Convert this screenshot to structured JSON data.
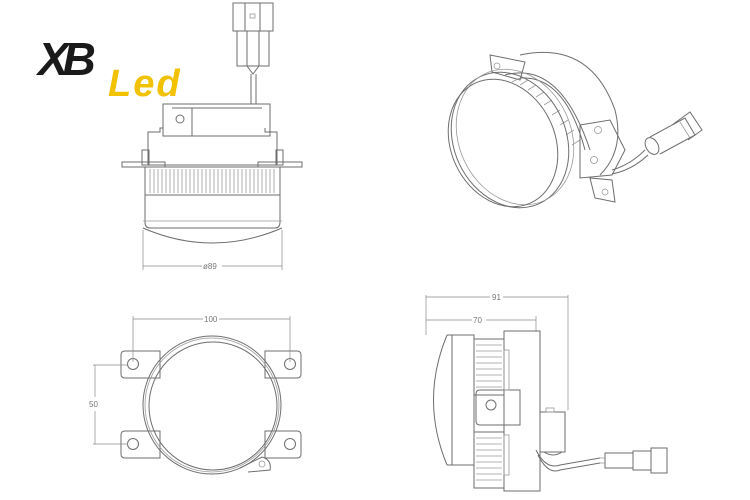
{
  "logo": {
    "part1": "XB",
    "part2": "Led",
    "colors": {
      "xb": "#1a1a1a",
      "led": "#f2c200"
    }
  },
  "views": {
    "front_top": {
      "name": "top-view",
      "dimension_label": "ø89"
    },
    "isometric": {
      "name": "isometric-view"
    },
    "front": {
      "name": "front-view",
      "width_label": "100",
      "height_label": "50"
    },
    "side": {
      "name": "side-view",
      "overall_label": "91",
      "body_label": "70"
    }
  },
  "line_color": "#6e6e6e"
}
